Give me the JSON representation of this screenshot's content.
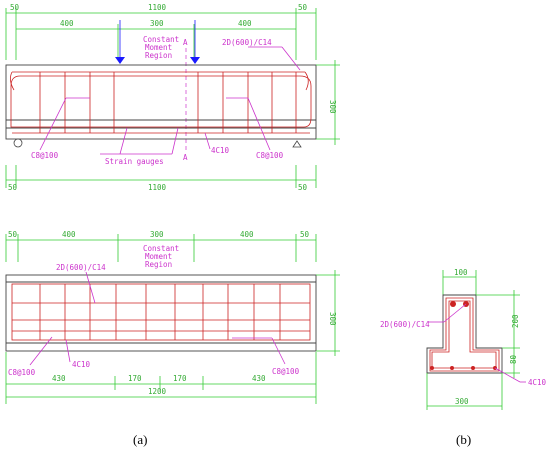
{
  "top_elevation": {
    "top_dims": [
      "50",
      "1100",
      "50"
    ],
    "top_segments": [
      "400",
      "300",
      "400"
    ],
    "constant_moment": [
      "Constant",
      "Moment",
      "Region"
    ],
    "rebar_label": "2D(600)/C14",
    "section_marker": "A",
    "height_dim": "300",
    "stirrup_label_left": "C8@100",
    "stirrup_label_right": "C8@100",
    "bottom_bar_label": "4C10",
    "strain_gauges": "Strain gauges",
    "bottom_dims": [
      "50",
      "1100",
      "50"
    ]
  },
  "plan_view": {
    "top_dims": [
      "50",
      "400",
      "300",
      "400",
      "50"
    ],
    "constant_moment": [
      "Constant",
      "Moment",
      "Region"
    ],
    "rebar_label": "2D(600)/C14",
    "height_dim": "300",
    "stirrup_label_left": "C8@100",
    "stirrup_label_right": "C8@100",
    "bottom_bar_label": "4C10",
    "bottom_segments": [
      "430",
      "170",
      "170",
      "430"
    ],
    "total_length": "1200"
  },
  "cross_section": {
    "top_width": "100",
    "web_height": "200",
    "flange_height": "80",
    "bottom_width": "300",
    "top_rebar_label": "2D(600)/C14",
    "bottom_rebar_label": "4C10"
  },
  "captions": {
    "a": "(a)",
    "b": "(b)"
  }
}
